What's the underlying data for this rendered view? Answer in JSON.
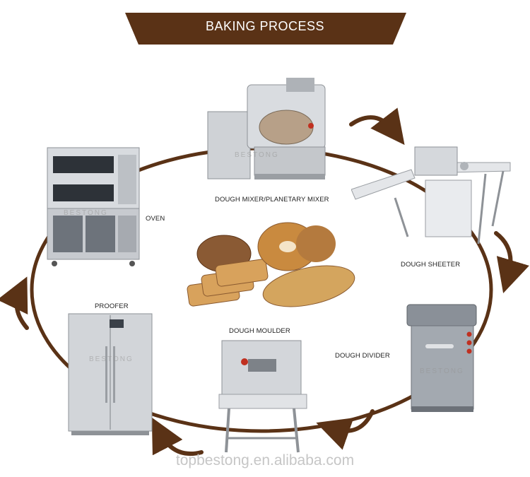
{
  "title": "BAKING PROCESS",
  "colors": {
    "brown": "#5a3216",
    "steel": "#c9ccd0",
    "bread": "#c98a3f"
  },
  "steps": [
    {
      "id": "mixer",
      "label": "DOUGH MIXER/PLANETARY MIXER",
      "icon": "dough-mixer-icon"
    },
    {
      "id": "sheeter",
      "label": "DOUGH SHEETER",
      "icon": "dough-sheeter-icon"
    },
    {
      "id": "divider",
      "label": "DOUGH DIVIDER",
      "icon": "dough-divider-icon"
    },
    {
      "id": "moulder",
      "label": "DOUGH MOULDER",
      "icon": "dough-moulder-icon"
    },
    {
      "id": "proofer",
      "label": "PROOFER",
      "icon": "proofer-icon"
    },
    {
      "id": "oven",
      "label": "OVEN",
      "icon": "oven-icon"
    }
  ],
  "center_image": "bread-icon",
  "watermark": "BESTONG",
  "footer": "topbestong.en.alibaba.com"
}
